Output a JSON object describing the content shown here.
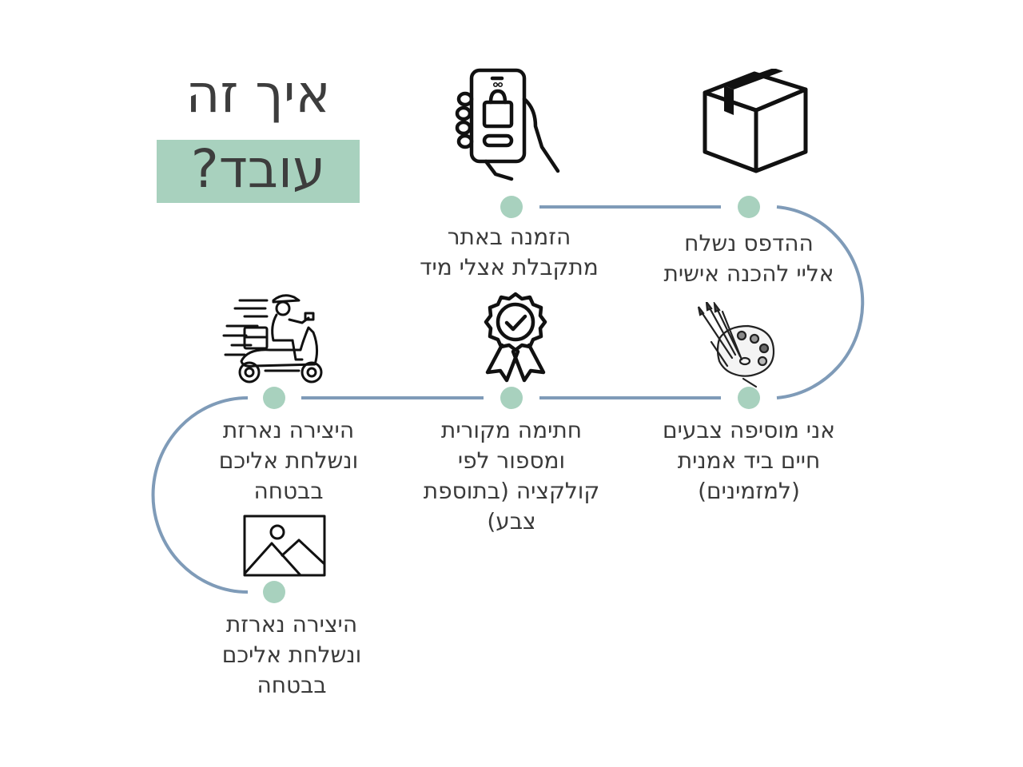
{
  "title": {
    "line1": "איך זה",
    "line2": "עובד?"
  },
  "colors": {
    "accent_box": "#a8d1be",
    "dot": "#a8d1be",
    "line": "#7f9bb8",
    "text": "#3a3a3a"
  },
  "steps": [
    {
      "icon": "box-icon",
      "text": "ההדפס נשלח\nאליי להכנה אישית"
    },
    {
      "icon": "phone-shopping-icon",
      "text": "הזמנה באתר\nמתקבלת אצלי מיד"
    },
    {
      "icon": "paint-palette-icon",
      "text": "אני מוסיפה צבעים\nחיים ביד אמנית\n(למזמינים)"
    },
    {
      "icon": "certificate-badge-icon",
      "text": "חתימה מקורית\nומספור לפי\nקולקציה (בתוספת\nצבע)"
    },
    {
      "icon": "delivery-scooter-icon",
      "text": "היצירה נארזת\nונשלחת אליכם\nבבטחה"
    },
    {
      "icon": "image-placeholder-icon",
      "text": "היצירה נארזת\nונשלחת אליכם\nבבטחה"
    }
  ]
}
